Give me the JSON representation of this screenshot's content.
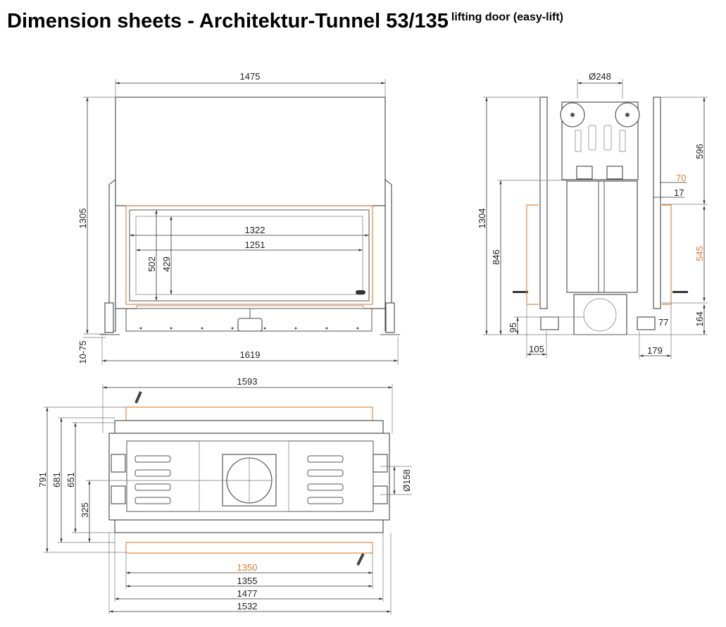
{
  "title": "Dimension sheets - Architektur-Tunnel 53/135",
  "subtitle": "lifting door (easy-lift)",
  "colors": {
    "highlight": "#e07a2a",
    "lines": "#444444"
  },
  "front_view": {
    "width_top": "1475",
    "height_total": "1305",
    "glass_outer_width": "1322",
    "glass_inner_width": "1251",
    "glass_outer_height": "502",
    "glass_inner_height": "429",
    "foot_adjust": "10-75",
    "width_total": "1619"
  },
  "side_view": {
    "flue_diameter": "Ø248",
    "height_total": "1304",
    "height_846": "846",
    "top_596": "596",
    "dim_70": "70",
    "dim_17": "17",
    "dim_545": "545",
    "bottom_164": "164",
    "dim_95": "95",
    "dim_77": "77",
    "dim_105": "105",
    "dim_179": "179"
  },
  "top_view": {
    "width_1593": "1593",
    "depth_791": "791",
    "depth_681": "681",
    "depth_651": "651",
    "depth_325": "325",
    "air_diameter": "Ø158",
    "width_1350": "1350",
    "width_1355": "1355",
    "width_1477": "1477",
    "width_1532": "1532"
  }
}
